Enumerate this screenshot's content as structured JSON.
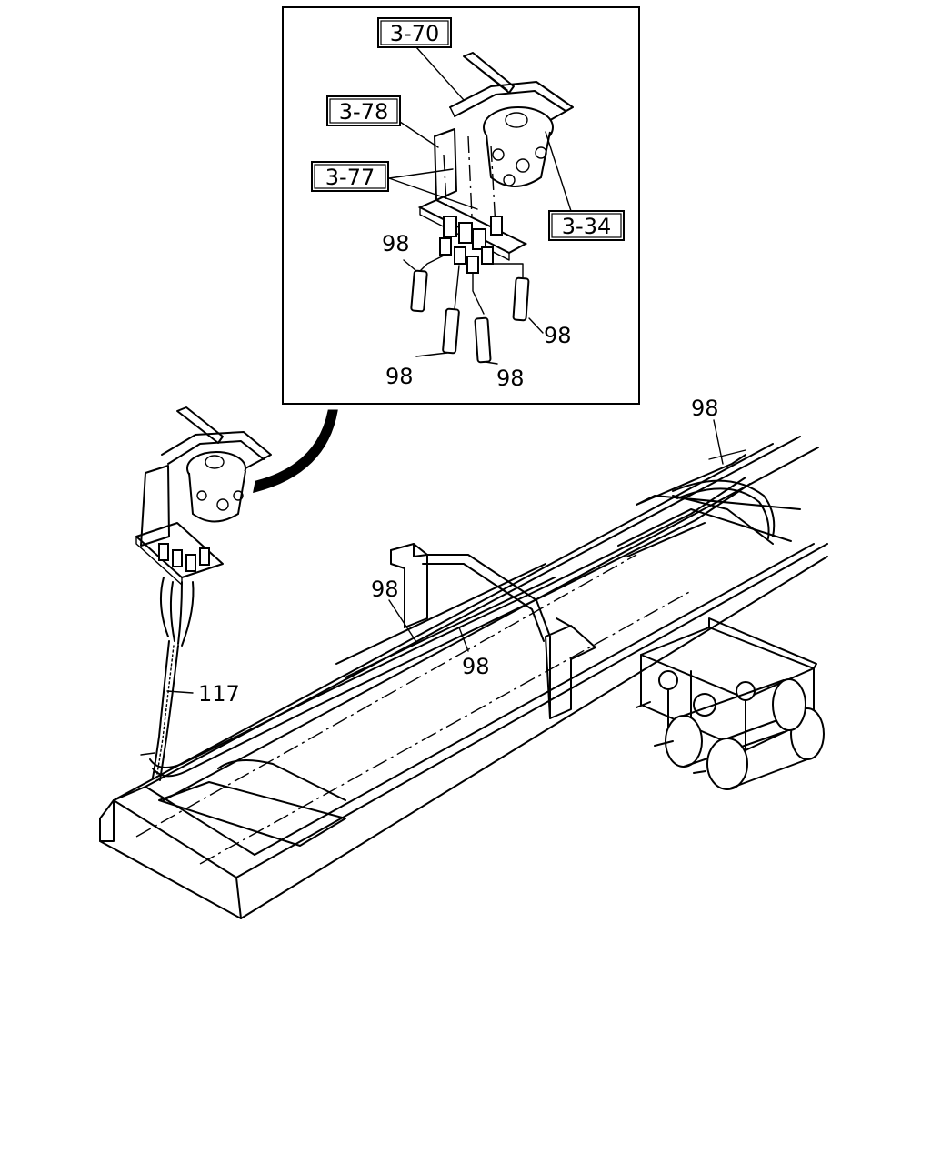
{
  "callouts": {
    "ref_3_70": "3-70",
    "ref_3_78": "3-78",
    "ref_3_77": "3-77",
    "ref_3_34": "3-34",
    "inset_part_98_a": "98",
    "inset_part_98_b": "98",
    "inset_part_98_c": "98",
    "inset_part_98_d": "98",
    "main_part_98_a": "98",
    "main_part_98_b": "98",
    "main_part_98_c": "98",
    "main_part_117": "117"
  }
}
